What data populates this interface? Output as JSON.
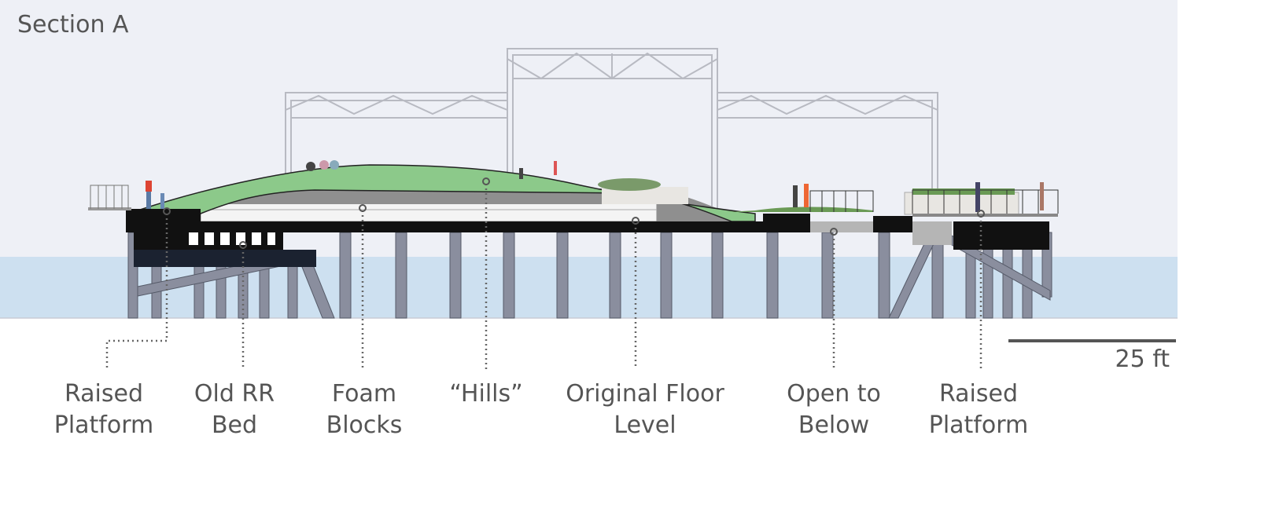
{
  "title": "Section A",
  "labels": [
    {
      "line1": "Raised",
      "line2": "Platform"
    },
    {
      "line1": "Old RR",
      "line2": "Bed"
    },
    {
      "line1": "Foam",
      "line2": "Blocks"
    },
    {
      "line1": "“Hills”",
      "line2": ""
    },
    {
      "line1": "Original Floor",
      "line2": "Level"
    },
    {
      "line1": "Open to",
      "line2": "Below"
    },
    {
      "line1": "Raised",
      "line2": "Platform"
    }
  ],
  "scale": {
    "label": "25 ft"
  },
  "colors": {
    "sky": "#eef0f6",
    "water": "#cde0f0",
    "grass": "#8cc98a",
    "structure": "#111111",
    "piles": "#8a8e9e",
    "text": "#555555"
  }
}
